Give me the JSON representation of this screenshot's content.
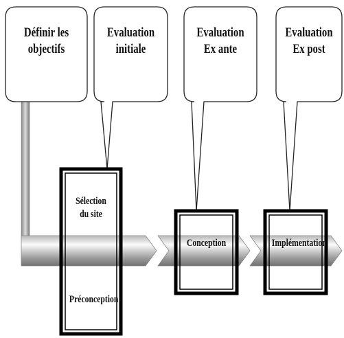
{
  "callouts": [
    {
      "line1": "Définir les",
      "line2": "objectifs"
    },
    {
      "line1": "Evaluation",
      "line2": "initiale"
    },
    {
      "line1": "Evaluation",
      "line2": "Ex ante"
    },
    {
      "line1": "Evaluation",
      "line2": "Ex post"
    }
  ],
  "stages": {
    "site_selection": "Sélection du site",
    "preconception": "Préconception",
    "conception": "Conception",
    "implementation": "Implémentation"
  }
}
